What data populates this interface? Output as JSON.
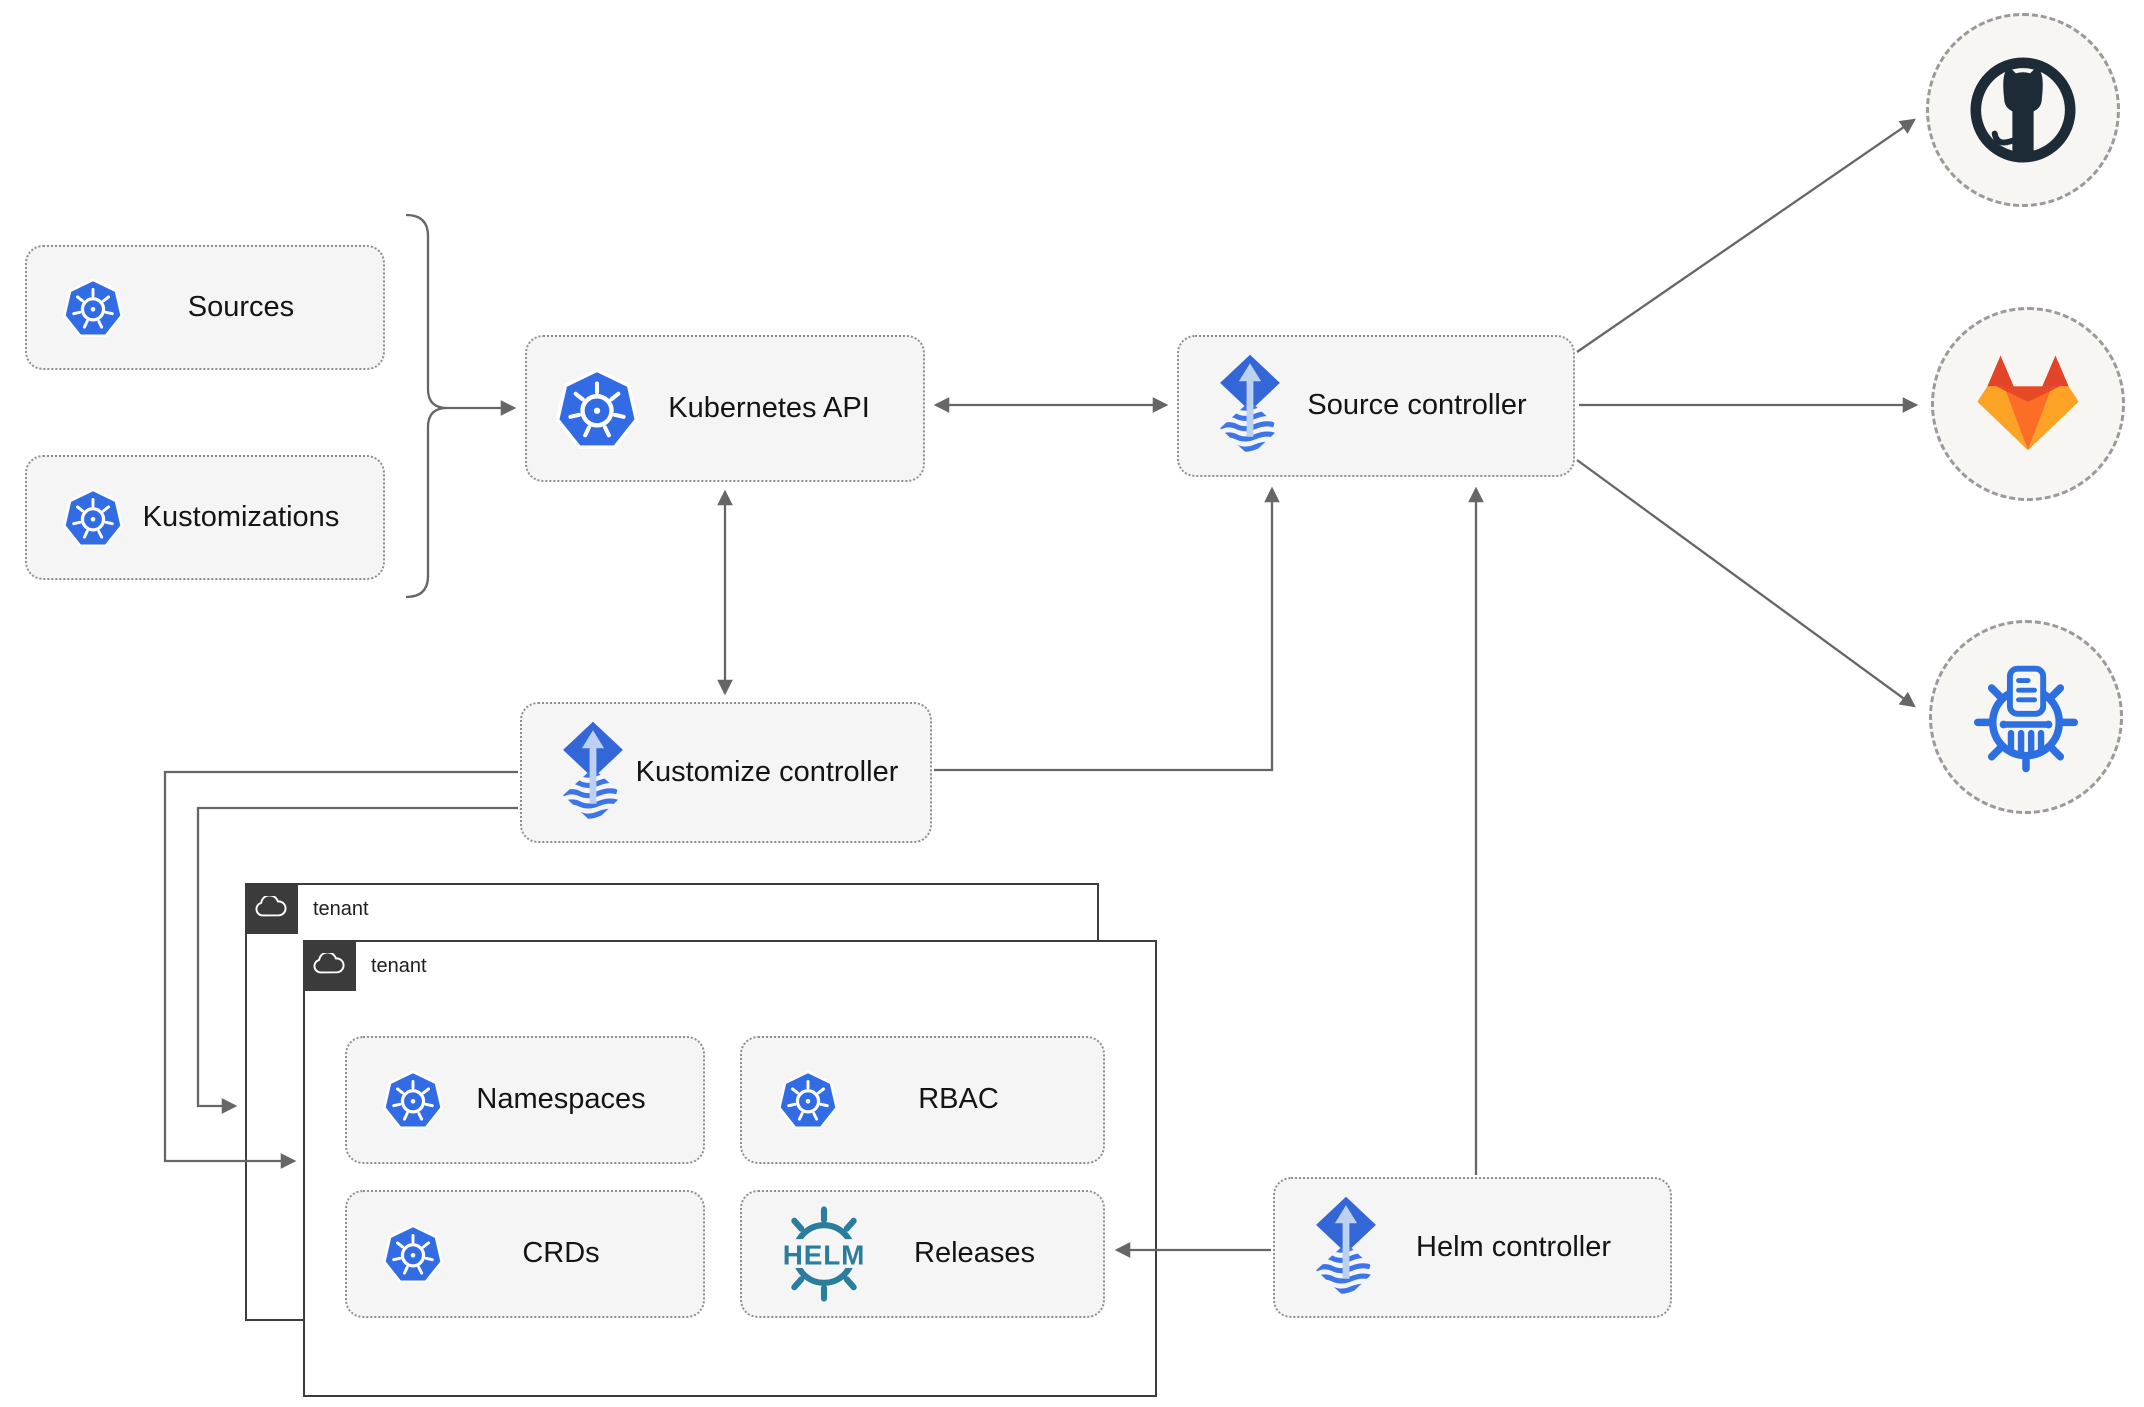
{
  "nodes": {
    "sources": {
      "label": "Sources"
    },
    "kustomizations": {
      "label": "Kustomizations"
    },
    "kubernetes_api": {
      "label": "Kubernetes API"
    },
    "source_controller": {
      "label": "Source controller"
    },
    "kustomize_controller": {
      "label": "Kustomize controller"
    },
    "helm_controller": {
      "label": "Helm controller"
    },
    "namespaces": {
      "label": "Namespaces"
    },
    "rbac": {
      "label": "RBAC"
    },
    "crds": {
      "label": "CRDs"
    },
    "releases": {
      "label": "Releases"
    }
  },
  "tenants": {
    "outer": {
      "label": "tenant"
    },
    "inner": {
      "label": "tenant"
    }
  },
  "icons": {
    "helm_wordmark": "HELM",
    "kubernetes": "kubernetes-logo",
    "flux": "flux-logo",
    "helm": "helm-logo",
    "github": "github-logo",
    "gitlab": "gitlab-logo",
    "chartmuseum": "chartmuseum-logo",
    "cloud": "cloud-outline"
  },
  "colors": {
    "kubernetes_blue": "#326ce5",
    "flux_blue": "#3366d6",
    "flux_arrow_light": "#bcd0f0",
    "helm_teal": "#2a7d9c",
    "chartmuseum_blue": "#2b6fe0",
    "github_dark": "#1c2b36",
    "gitlab_red": "#e24329",
    "gitlab_orange": "#fc6d26",
    "gitlab_yellow": "#fca326",
    "box_fill": "#f5f5f5",
    "box_border": "#8f8f8f",
    "connector_gray": "#666666",
    "tenant_tab_dark": "#3b3b3b"
  }
}
